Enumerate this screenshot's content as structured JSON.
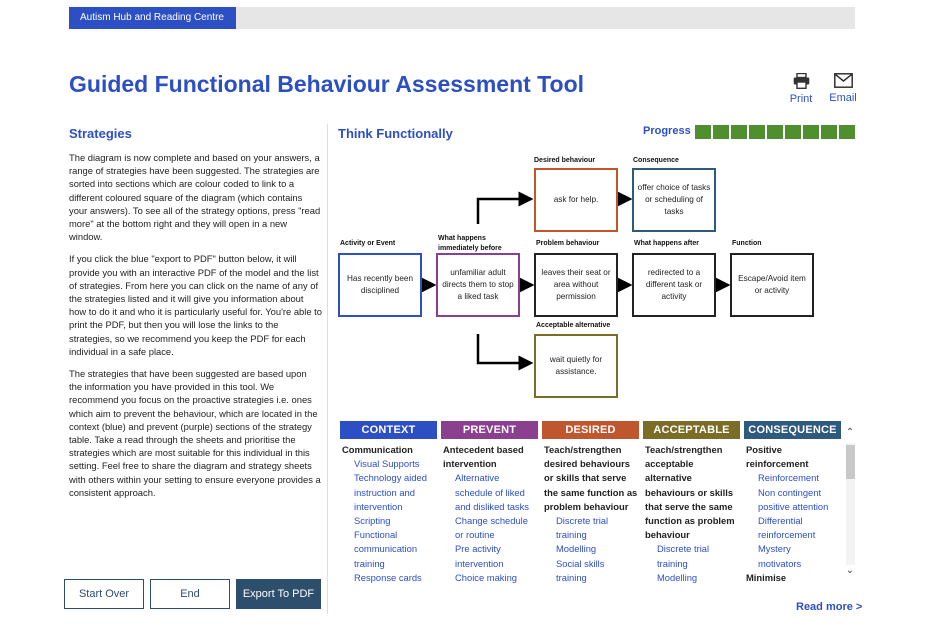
{
  "breadcrumb": {
    "label": "Autism Hub and Reading Centre"
  },
  "page": {
    "title": "Guided Functional Behaviour Assessment Tool"
  },
  "actions": {
    "print": "Print",
    "email": "Email"
  },
  "strategies": {
    "title": "Strategies",
    "paragraphs": [
      "The diagram is now complete and based on your answers, a range of strategies have been suggested. The strategies are sorted into sections which are colour coded to link to a different coloured square of the diagram (which contains your answers). To see all of the strategy options, press \"read more\" at the bottom right and they will open in a new window.",
      "If you click the blue \"export to PDF\" button below, it will provide you with an interactive PDF of the model and the list of strategies. From here you can click on the name of any of the strategies listed and it will give you information about how to do it and who it is particularly useful for. You're able to print the PDF, but then you will lose the links to the strategies, so we recommend you keep the PDF for each individual in a safe place.",
      "The strategies that have been suggested are based upon the information you have provided in this tool. We recommend you focus on the proactive strategies i.e. ones which aim to prevent the behaviour, which are located in the context (blue) and prevent (purple) sections of the strategy table. Take a read through the sheets and prioritise the strategies which are most suitable for this individual in this setting. Feel free to share the diagram and strategy sheets with others within your setting to ensure everyone provides a consistent approach."
    ]
  },
  "buttons": {
    "start_over": "Start Over",
    "end": "End",
    "export": "Export To PDF"
  },
  "think": {
    "title": "Think Functionally",
    "progress_label": "Progress",
    "progress": {
      "completed": 9,
      "total": 9
    }
  },
  "diagram": {
    "labels": {
      "activity": "Activity or Event",
      "what_happens_1": "What happens",
      "what_happens_2": "immediately before",
      "desired": "Desired behaviour",
      "consequence": "Consequence",
      "problem": "Problem behaviour",
      "what_after": "What happens after",
      "function": "Function",
      "acceptable": "Acceptable alternative"
    },
    "boxes": {
      "activity": "Has recently been disciplined",
      "before": "unfamiliar adult directs them to stop a liked task",
      "desired": "ask for help.",
      "consequence": "offer choice of tasks or scheduling of tasks",
      "problem": "leaves their seat or area without permission",
      "after": "redirected to a different task or activity",
      "function": "Escape/Avoid item or activity",
      "acceptable": "wait quietly for assistance."
    }
  },
  "colors": {
    "context": "#2c4fc4",
    "prevent": "#8a3f8f",
    "desired": "#c0562d",
    "acceptable": "#7c6d26",
    "consequence": "#2e5a7e",
    "progress": "#4f8f2e"
  },
  "table": {
    "columns": [
      {
        "key": "context",
        "header": "CONTEXT",
        "lines": [
          {
            "text": "Communication",
            "kind": "t"
          },
          {
            "text": "Visual Supports",
            "kind": "l"
          },
          {
            "text": "Technology aided",
            "kind": "l"
          },
          {
            "text": "instruction and",
            "kind": "l"
          },
          {
            "text": "intervention",
            "kind": "l"
          },
          {
            "text": "Scripting",
            "kind": "l"
          },
          {
            "text": "Functional",
            "kind": "l"
          },
          {
            "text": "communication",
            "kind": "l"
          },
          {
            "text": "training",
            "kind": "l"
          },
          {
            "text": "Response cards",
            "kind": "l"
          }
        ]
      },
      {
        "key": "prevent",
        "header": "PREVENT",
        "lines": [
          {
            "text": "Antecedent based",
            "kind": "t"
          },
          {
            "text": "intervention",
            "kind": "t"
          },
          {
            "text": "Alternative",
            "kind": "l"
          },
          {
            "text": "schedule of liked",
            "kind": "l"
          },
          {
            "text": "and disliked tasks",
            "kind": "l"
          },
          {
            "text": "Change schedule",
            "kind": "l"
          },
          {
            "text": "or routine",
            "kind": "l"
          },
          {
            "text": "Pre activity",
            "kind": "l"
          },
          {
            "text": "intervention",
            "kind": "l"
          },
          {
            "text": "Choice making",
            "kind": "l"
          }
        ]
      },
      {
        "key": "desired",
        "header": "DESIRED",
        "lines": [
          {
            "text": "Teach/strengthen",
            "kind": "t"
          },
          {
            "text": "desired behaviours",
            "kind": "t"
          },
          {
            "text": "or skills that serve",
            "kind": "t"
          },
          {
            "text": "the same function as",
            "kind": "t"
          },
          {
            "text": "problem behaviour",
            "kind": "t"
          },
          {
            "text": "Discrete trial",
            "kind": "l"
          },
          {
            "text": "training",
            "kind": "l"
          },
          {
            "text": "Modelling",
            "kind": "l"
          },
          {
            "text": "Social skills",
            "kind": "l"
          },
          {
            "text": "training",
            "kind": "l"
          }
        ]
      },
      {
        "key": "acceptable",
        "header": "ACCEPTABLE",
        "lines": [
          {
            "text": "Teach/strengthen",
            "kind": "t"
          },
          {
            "text": "acceptable",
            "kind": "t"
          },
          {
            "text": "alternative",
            "kind": "t"
          },
          {
            "text": "behaviours or skills",
            "kind": "t"
          },
          {
            "text": "that serve the same",
            "kind": "t"
          },
          {
            "text": "function as problem",
            "kind": "t"
          },
          {
            "text": "behaviour",
            "kind": "t"
          },
          {
            "text": "Discrete trial",
            "kind": "l"
          },
          {
            "text": "training",
            "kind": "l"
          },
          {
            "text": "Modelling",
            "kind": "l"
          }
        ]
      },
      {
        "key": "consequence",
        "header": "CONSEQUENCE",
        "lines": [
          {
            "text": "Positive",
            "kind": "t"
          },
          {
            "text": "reinforcement",
            "kind": "t"
          },
          {
            "text": "Reinforcement",
            "kind": "l"
          },
          {
            "text": "Non contingent",
            "kind": "l"
          },
          {
            "text": "positive attention",
            "kind": "l"
          },
          {
            "text": "Differential",
            "kind": "l"
          },
          {
            "text": "reinforcement",
            "kind": "l"
          },
          {
            "text": "Mystery",
            "kind": "l"
          },
          {
            "text": "motivators",
            "kind": "l"
          },
          {
            "text": "Minimise",
            "kind": "t"
          }
        ]
      }
    ]
  },
  "read_more": "Read more >",
  "icons": {
    "print": "printer-icon",
    "email": "envelope-icon",
    "scroll_up": "chevron-up-icon",
    "scroll_down": "chevron-down-icon"
  }
}
